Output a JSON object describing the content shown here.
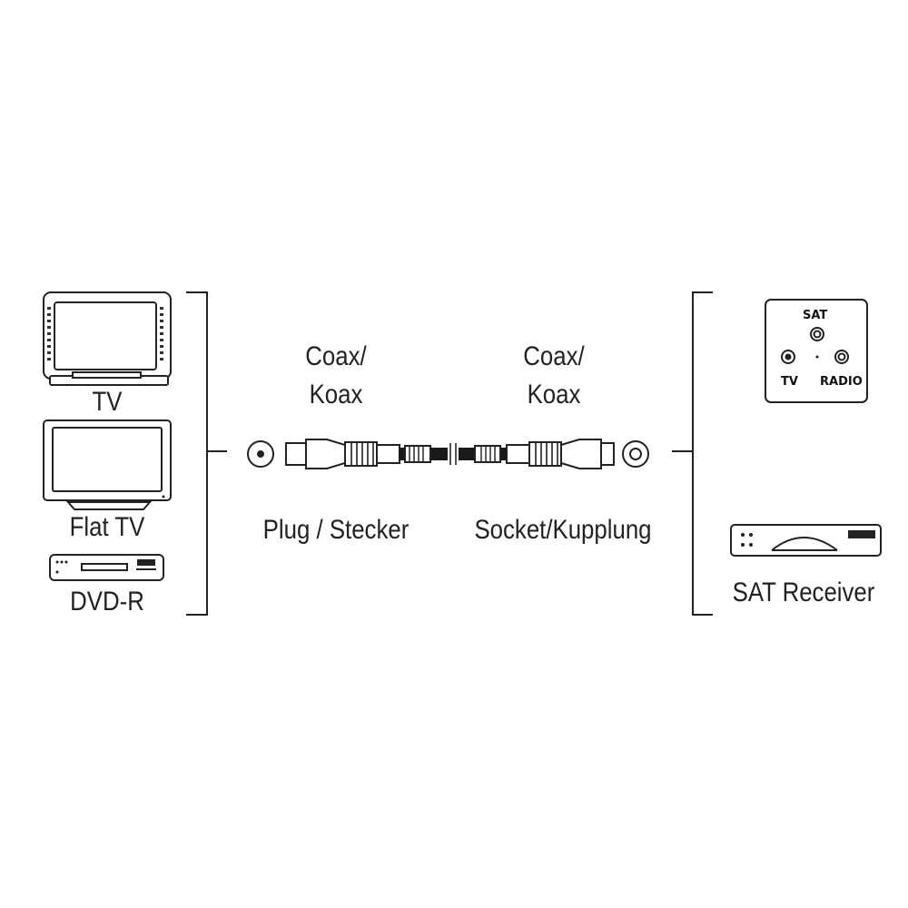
{
  "left_devices": {
    "tv_label": "TV",
    "flat_tv_label": "Flat TV",
    "dvdr_label": "DVD-R"
  },
  "connectors": {
    "plug": {
      "type_label_1": "Coax/",
      "type_label_2": "Koax",
      "gender_label": "Plug / Stecker"
    },
    "socket": {
      "type_label_1": "Coax/",
      "type_label_2": "Koax",
      "gender_label": "Socket/Kupplung"
    }
  },
  "wall_outlet": {
    "sat_label": "SAT",
    "tv_label": "TV",
    "radio_label": "RADIO"
  },
  "right_devices": {
    "sat_receiver_label": "SAT Receiver"
  },
  "colors": {
    "line": "#222222",
    "cable": "#1a1a1a",
    "background": "#ffffff"
  }
}
